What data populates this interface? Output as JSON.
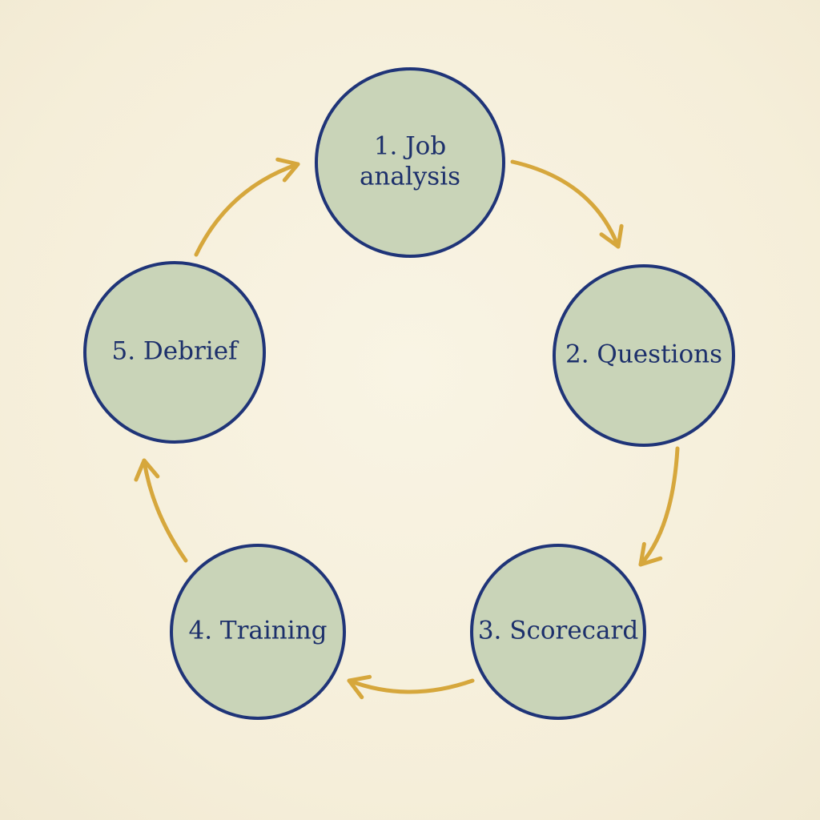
{
  "diagram": {
    "type": "cycle",
    "colors": {
      "background": "#f5eed9",
      "node_fill": "#c9d4b8",
      "node_stroke": "#1f3478",
      "text": "#1c2f6b",
      "arrow": "#d6a73c"
    },
    "steps": [
      {
        "id": "job-analysis",
        "lines": [
          "1. Job",
          "analysis"
        ]
      },
      {
        "id": "questions",
        "lines": [
          "2. Questions"
        ]
      },
      {
        "id": "scorecard",
        "lines": [
          "3. Scorecard"
        ]
      },
      {
        "id": "training",
        "lines": [
          "4. Training"
        ]
      },
      {
        "id": "debrief",
        "lines": [
          "5. Debrief"
        ]
      }
    ],
    "connections": [
      {
        "from": "job-analysis",
        "to": "questions"
      },
      {
        "from": "questions",
        "to": "scorecard"
      },
      {
        "from": "scorecard",
        "to": "training"
      },
      {
        "from": "training",
        "to": "debrief"
      },
      {
        "from": "debrief",
        "to": "job-analysis"
      }
    ]
  }
}
